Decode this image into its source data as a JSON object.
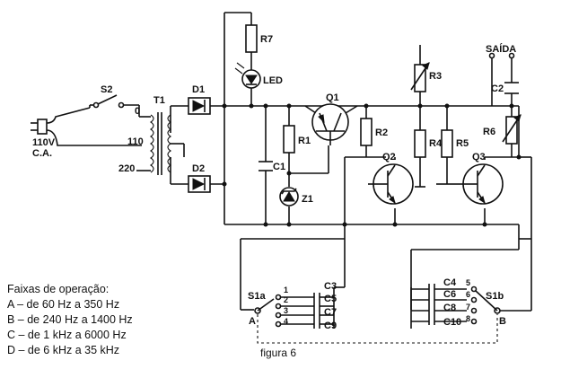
{
  "labels": {
    "s2": "S2",
    "t1": "T1",
    "d1": "D1",
    "d2": "D2",
    "v110ca_1": "110V",
    "v110ca_2": "C.A.",
    "tap0": "0",
    "tap110": "110",
    "tap220": "220",
    "r7": "R7",
    "led": "LED",
    "q1": "Q1",
    "r1": "R1",
    "c1": "C1",
    "z1": "Z1",
    "r2": "R2",
    "q2": "Q2",
    "r3": "R3",
    "r4": "R4",
    "r5": "R5",
    "r6": "R6",
    "q3": "Q3",
    "c2": "C2",
    "saida": "SAÍDA",
    "c3": "C3",
    "c5": "C5",
    "c7": "C7",
    "c9": "C9",
    "c4": "C4",
    "c6": "C6",
    "c8": "C8",
    "c10": "C10",
    "s1a": "S1a",
    "s1b": "S1b",
    "a": "A",
    "b": "B",
    "p1": "1",
    "p2": "2",
    "p3": "3",
    "p4": "4",
    "p5": "5",
    "p6": "6",
    "p7": "7",
    "p8": "8"
  },
  "legend": {
    "title": "Faixas de operação:",
    "items": [
      "A – de 60 Hz a 350 Hz",
      "B – de 240 Hz a 1400 Hz",
      "C – de 1 kHz a 6000 Hz",
      "D – de 6 kHz a 35 kHz"
    ]
  },
  "caption": "figura 6"
}
